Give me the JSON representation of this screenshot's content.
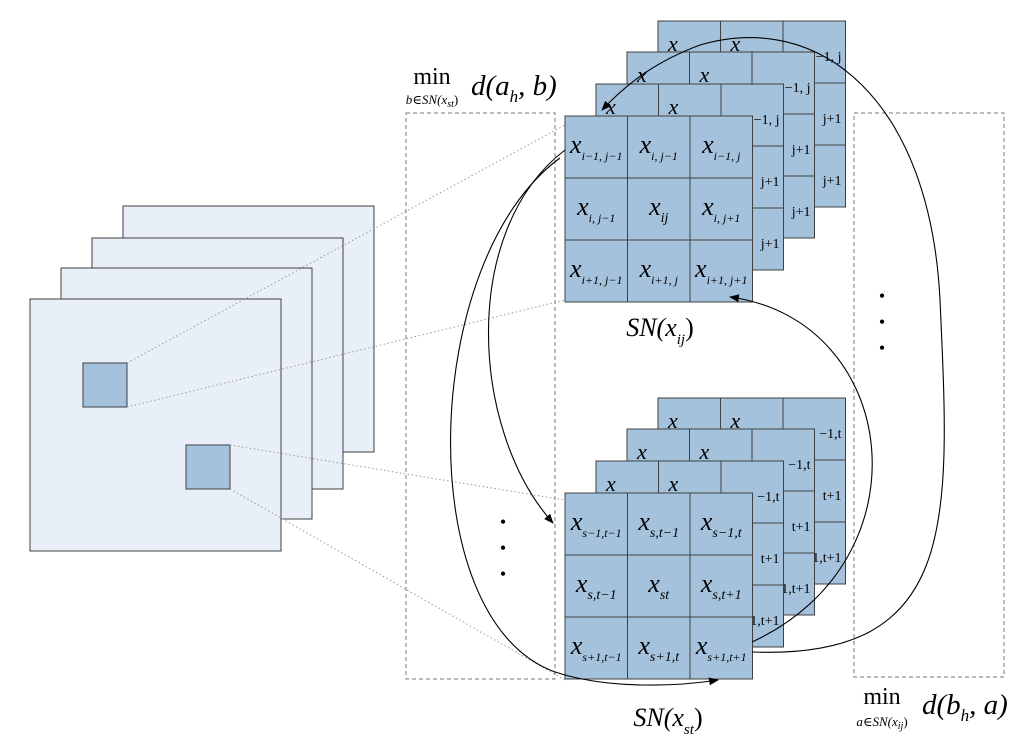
{
  "colors": {
    "image_fill": "#e9eff8",
    "cell_fill": "#a5c2dc",
    "patch_fill": "#a5c2dc",
    "stroke": "#404040",
    "arrow": "#000000",
    "dashed": "#777777"
  },
  "top_label": {
    "min": "min",
    "sub": "b∈SN(x",
    "sub_idx": "st",
    "sub_close": ")",
    "expr": "d(a",
    "expr_idx": "h",
    "expr_tail": ", b)"
  },
  "bottom_label": {
    "min": "min",
    "sub": "a∈SN(x",
    "sub_idx": "ij",
    "sub_close": ")",
    "expr": "d(b",
    "expr_idx": "h",
    "expr_tail": ", a)"
  },
  "grid_ij": {
    "caption": {
      "base": "SN(x",
      "idx": "ij",
      "close": ")"
    },
    "cells": [
      [
        "i−1, j−1",
        "i, j−1",
        "i−1, j"
      ],
      [
        "i, j−1",
        "ij",
        "i, j+1"
      ],
      [
        "i+1, j−1",
        "i+1, j",
        "i+1, j+1"
      ]
    ],
    "behind_row_labels": [
      "−1, j",
      "j+1",
      "j+1"
    ]
  },
  "grid_st": {
    "caption": {
      "base": "SN(x",
      "idx": "st",
      "close": ")"
    },
    "cells": [
      [
        "s−1,t−1",
        "s,t−1",
        "s−1,t"
      ],
      [
        "s,t−1",
        "st",
        "s,t+1"
      ],
      [
        "s+1,t−1",
        "s+1,t",
        "s+1,t+1"
      ]
    ],
    "behind_row_labels": [
      "−1,t",
      "t+1",
      "1,t+1"
    ]
  },
  "cell_symbol": "x",
  "ellipsis_dot": "•"
}
